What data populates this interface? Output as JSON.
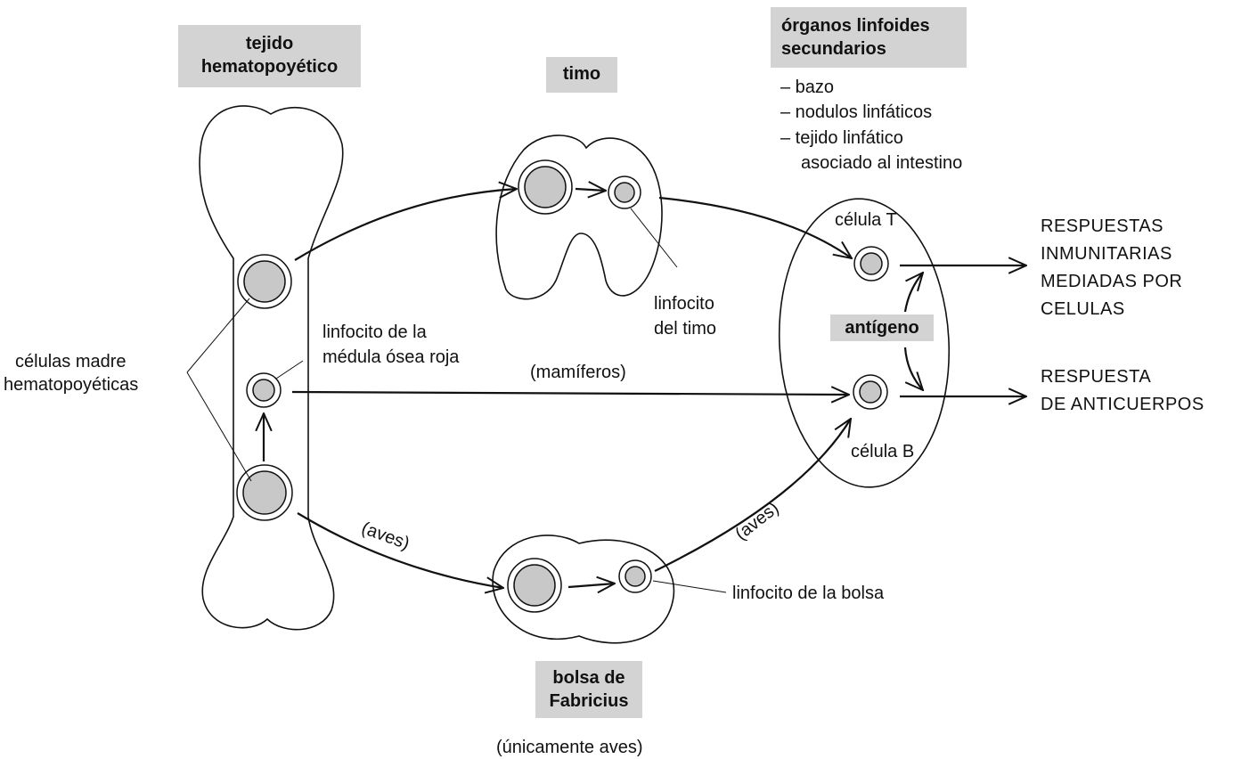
{
  "labels": {
    "hematopoietic_tissue": [
      "tejido",
      "hematopoyético"
    ],
    "thymus": "timo",
    "secondary_organs_title": [
      "órganos linfoides",
      "secundarios"
    ],
    "secondary_organs_list": [
      "– bazo",
      "– nodulos linfáticos",
      "– tejido linfático",
      "asociado al intestino"
    ],
    "t_cell": "célula T",
    "b_cell": "célula B",
    "antigen": "antígeno",
    "stem_cells": [
      "células madre",
      "hematopoyéticas"
    ],
    "bone_marrow_lymphocyte": [
      "linfocito de la",
      "médula ósea roja"
    ],
    "thymus_lymphocyte": [
      "linfocito",
      "del timo"
    ],
    "mammals": "(mamíferos)",
    "birds_left": "(aves)",
    "birds_right": "(aves)",
    "bursa_lymphocyte": "linfocito de la bolsa",
    "bursa": [
      "bolsa de",
      "Fabricius"
    ],
    "birds_only": "(únicamente aves)",
    "cell_mediated_response": [
      "RESPUESTAS",
      "INMUNITARIAS",
      "MEDIADAS POR",
      "CELULAS"
    ],
    "antibody_response": [
      "RESPUESTA",
      "DE ANTICUERPOS"
    ]
  },
  "colors": {
    "cell_fill": "#c8c8c8",
    "label_box": "#d3d3d3",
    "stroke": "#111111"
  }
}
